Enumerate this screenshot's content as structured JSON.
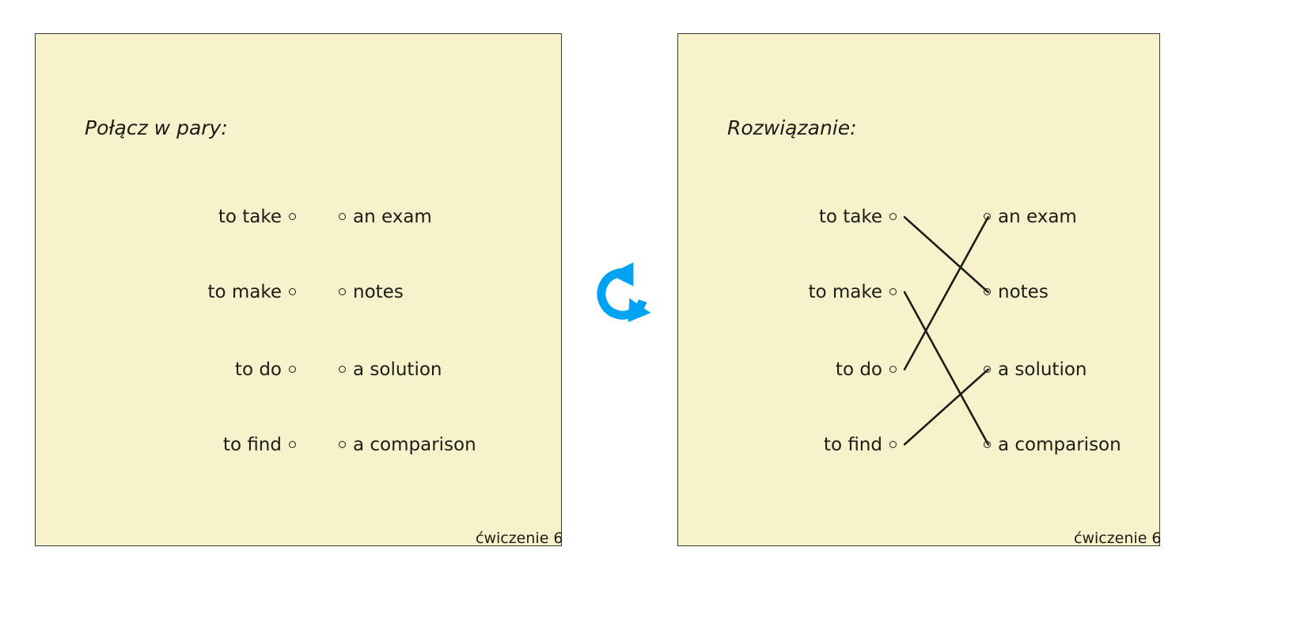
{
  "colors": {
    "card_background": "#f7f2cc",
    "card_border": "#3a3a2e",
    "text": "#1c1c16",
    "refresh_icon": "#00a2f3",
    "line": "#1c1c16",
    "page_background": "#ffffff"
  },
  "exercise_card": {
    "title": "Połącz w pary:",
    "footer": "ćwiczenie 6",
    "left_column": [
      "to take",
      "to make",
      "to do",
      "to find"
    ],
    "right_column": [
      "an exam",
      "notes",
      "a solution",
      "a comparison"
    ]
  },
  "solution_card": {
    "title": "Rozwiązanie:",
    "footer": "ćwiczenie 6",
    "left_column": [
      "to take",
      "to make",
      "to do",
      "to find"
    ],
    "right_column": [
      "an exam",
      "notes",
      "a solution",
      "a comparison"
    ],
    "matches": [
      {
        "left": "to take",
        "right": "notes",
        "left_index": 0,
        "right_index": 1
      },
      {
        "left": "to make",
        "right": "a comparison",
        "left_index": 1,
        "right_index": 3
      },
      {
        "left": "to do",
        "right": "an exam",
        "left_index": 2,
        "right_index": 0
      },
      {
        "left": "to find",
        "right": "a solution",
        "left_index": 3,
        "right_index": 2
      }
    ]
  },
  "refresh_icon": {
    "name": "refresh-icon",
    "color": "#00a2f3"
  }
}
